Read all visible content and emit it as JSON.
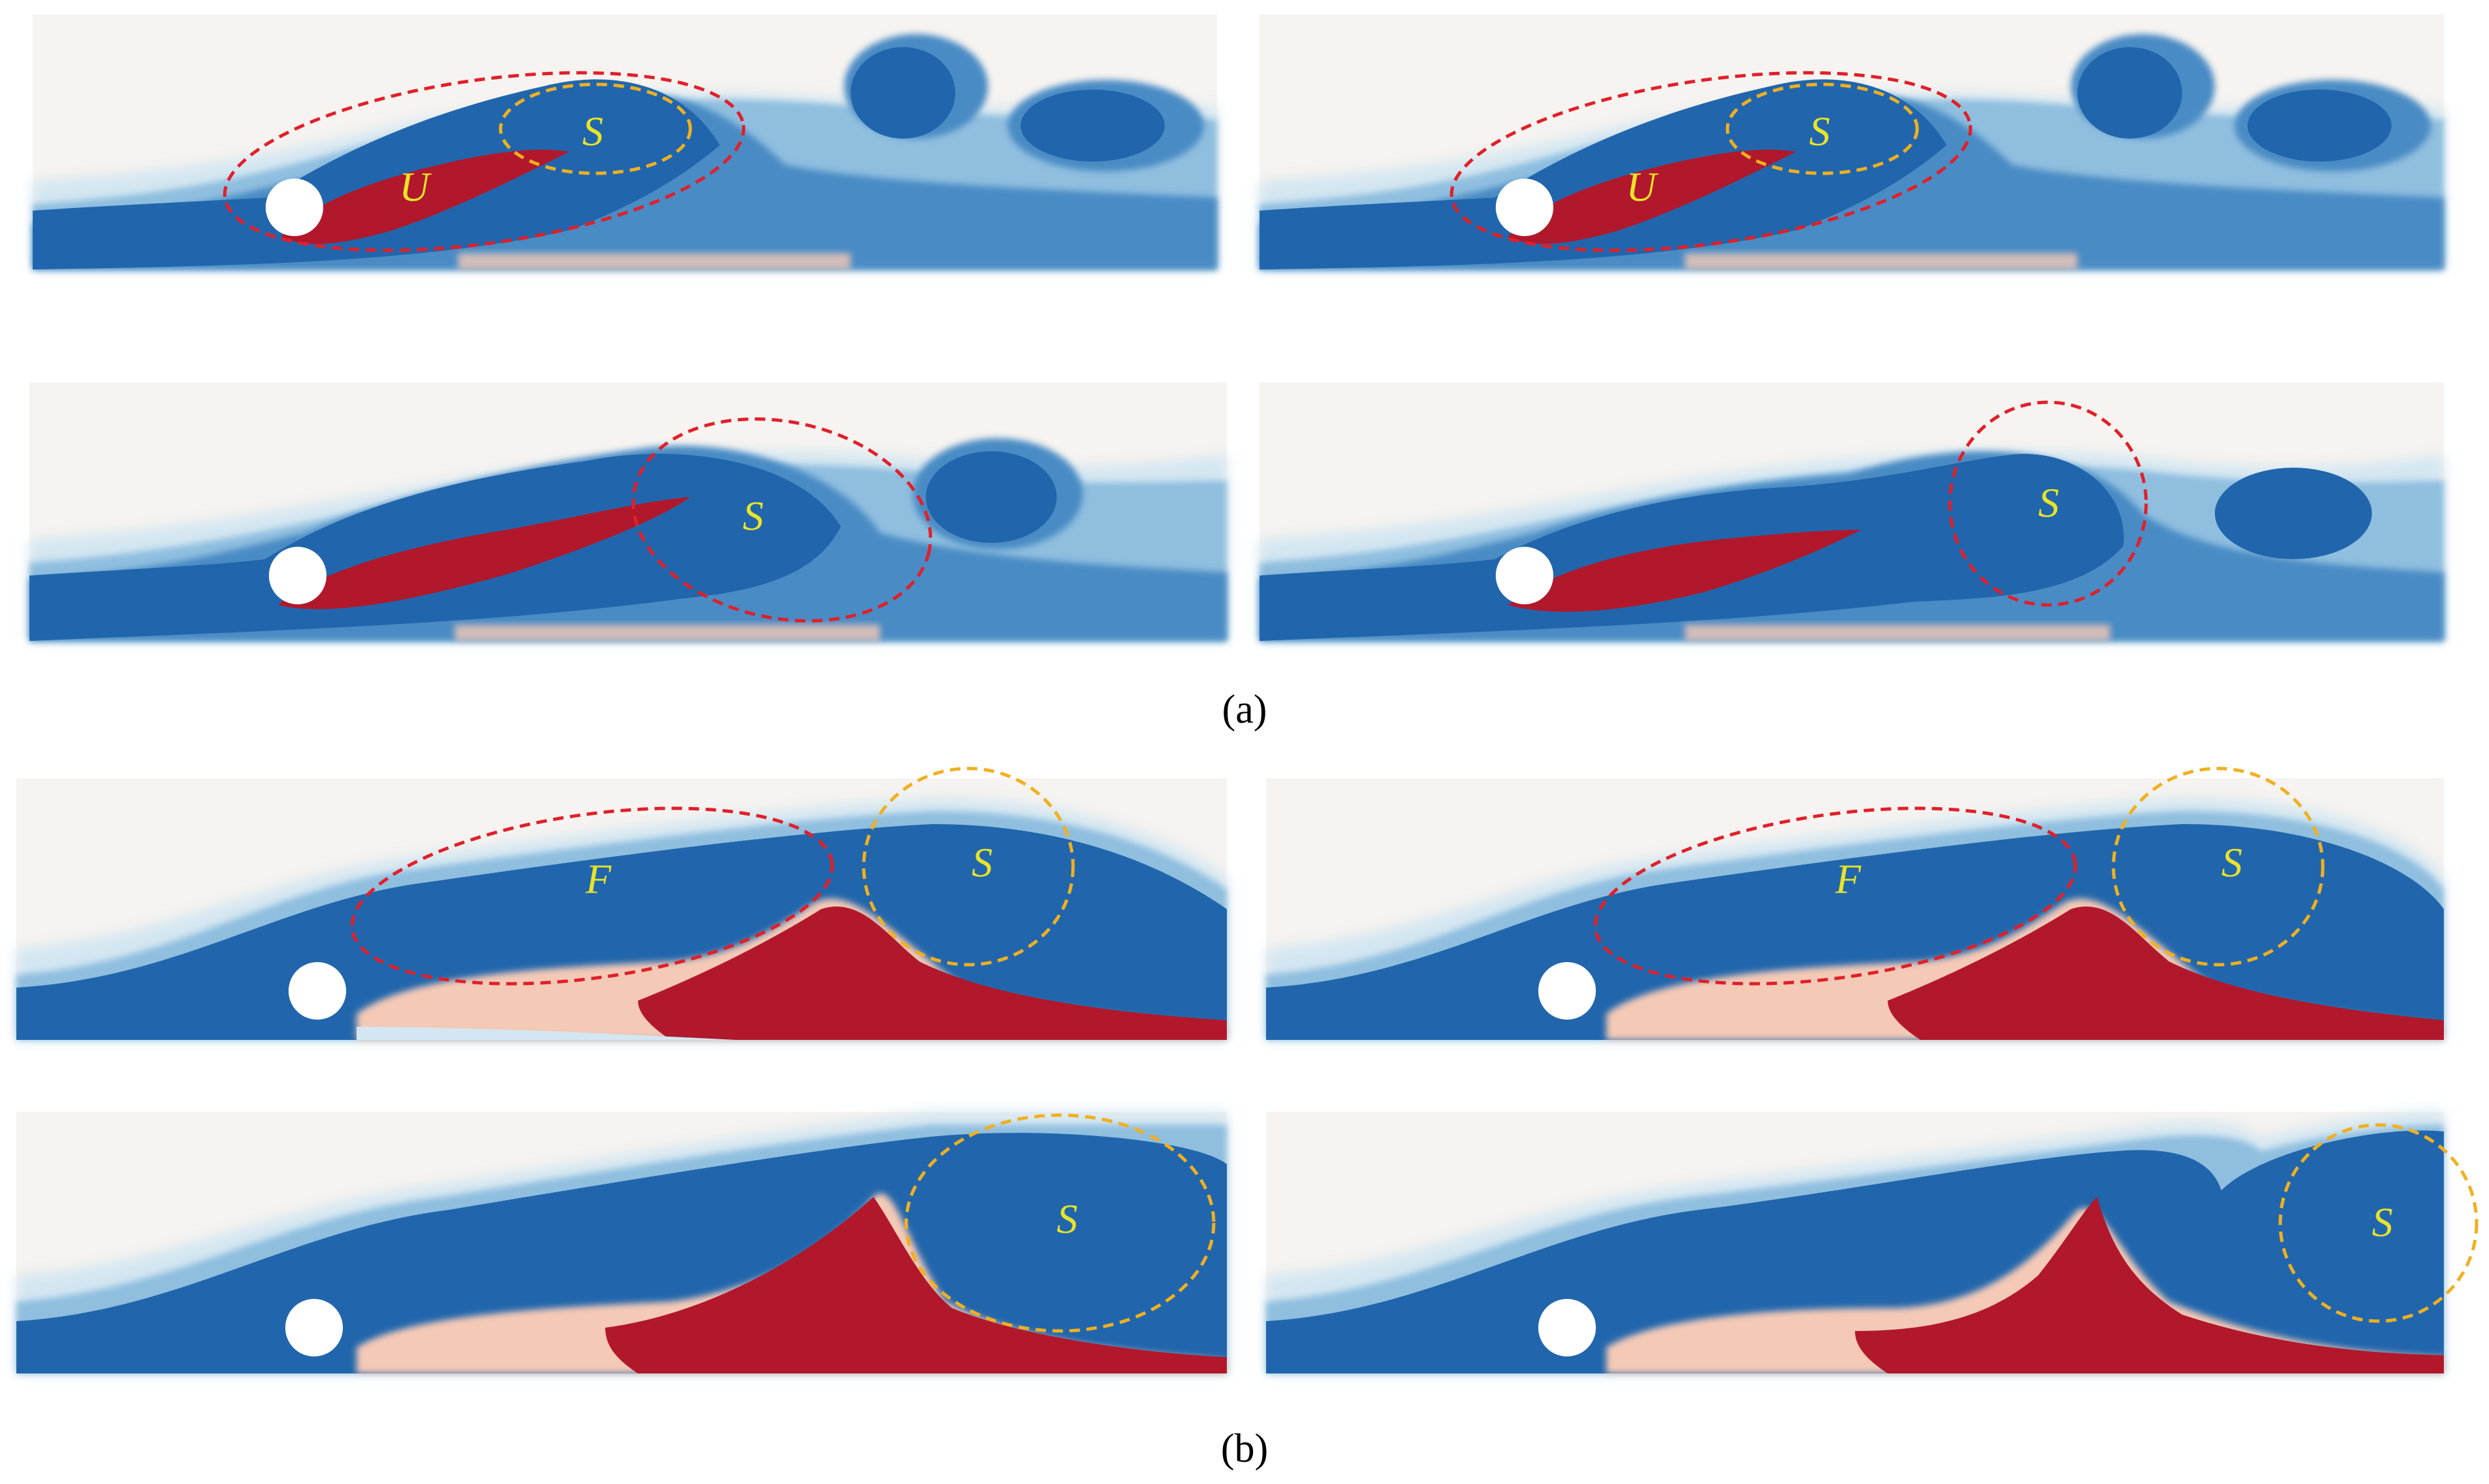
{
  "figure": {
    "panel_a_label": "(a)",
    "panel_b_label": "(b)",
    "snapshots": [
      {
        "id": "a1",
        "labels": [
          "U",
          "S"
        ]
      },
      {
        "id": "a2",
        "labels": [
          "U",
          "S"
        ]
      },
      {
        "id": "a3",
        "labels": [
          "S"
        ]
      },
      {
        "id": "a4",
        "labels": [
          "S"
        ]
      },
      {
        "id": "b1",
        "labels": [
          "F",
          "S"
        ]
      },
      {
        "id": "b2",
        "labels": [
          "F",
          "S"
        ]
      },
      {
        "id": "b3",
        "labels": [
          "S"
        ]
      },
      {
        "id": "b4",
        "labels": [
          "S"
        ]
      }
    ]
  },
  "colors": {
    "background": "#f6f3f0",
    "vortex_blue": "#2166ac",
    "mid_blue": "#4a8bc4",
    "light_blue": "#8fbedf",
    "pale_blue": "#d3e6f1",
    "vortex_red": "#b2182b",
    "pale_red": "#f4c9b6",
    "label_yellow": "#e8e32a",
    "marker_red": "#e0202a",
    "marker_yellow": "#f0b020"
  }
}
